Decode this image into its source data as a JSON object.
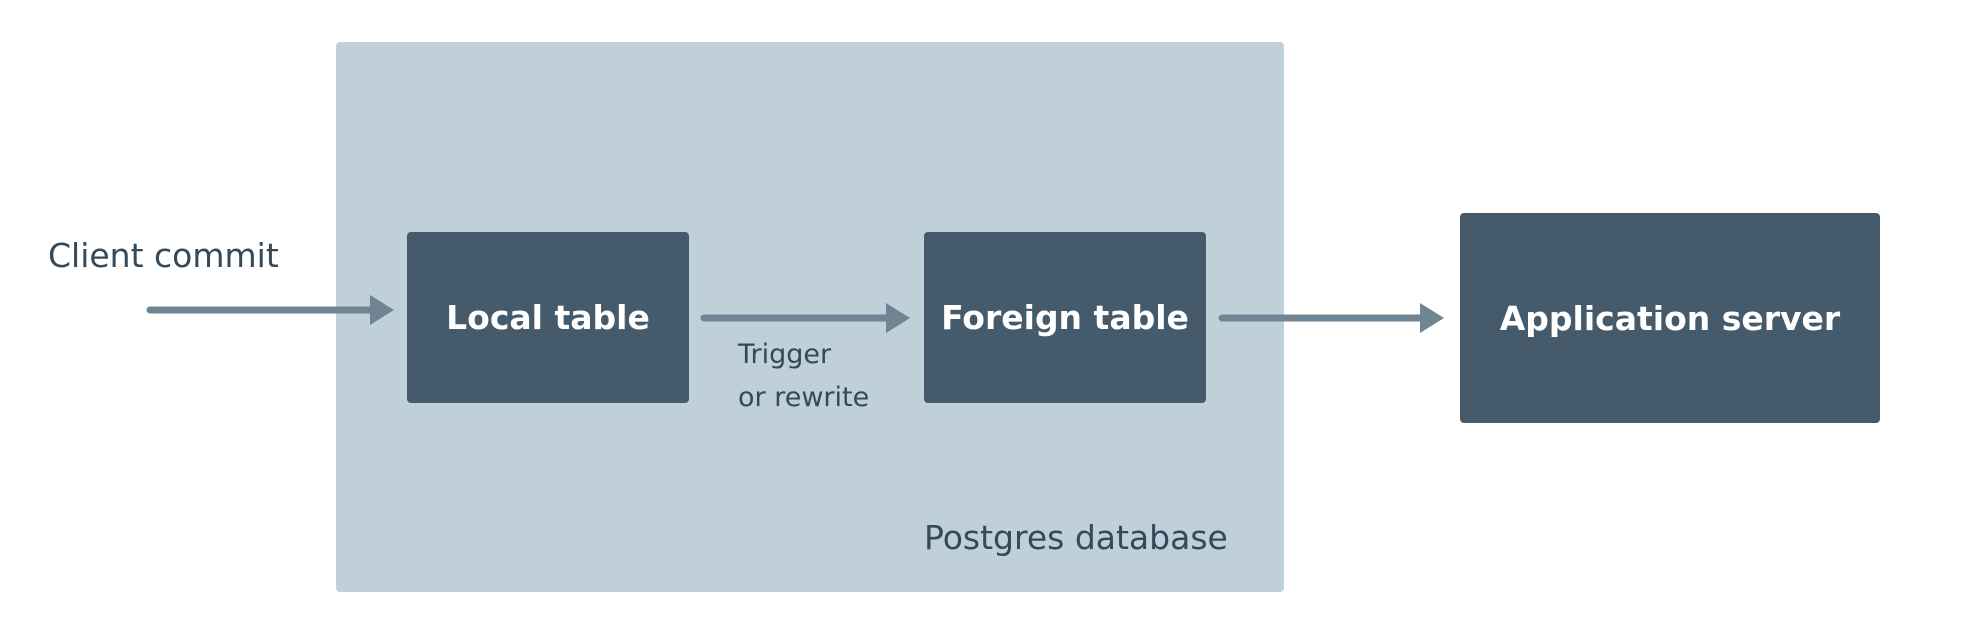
{
  "diagram": {
    "client_commit_label": "Client commit",
    "database": {
      "label": "Postgres database"
    },
    "nodes": {
      "local_table": "Local table",
      "foreign_table": "Foreign table",
      "application_server": "Application server"
    },
    "edges": {
      "trigger_label_line1": "Trigger",
      "trigger_label_line2": "or rewrite"
    },
    "colors": {
      "database_fill": "#c0d0d9",
      "node_fill": "#455b6c",
      "arrow": "#6f8594",
      "text_dark": "#34495a"
    }
  }
}
